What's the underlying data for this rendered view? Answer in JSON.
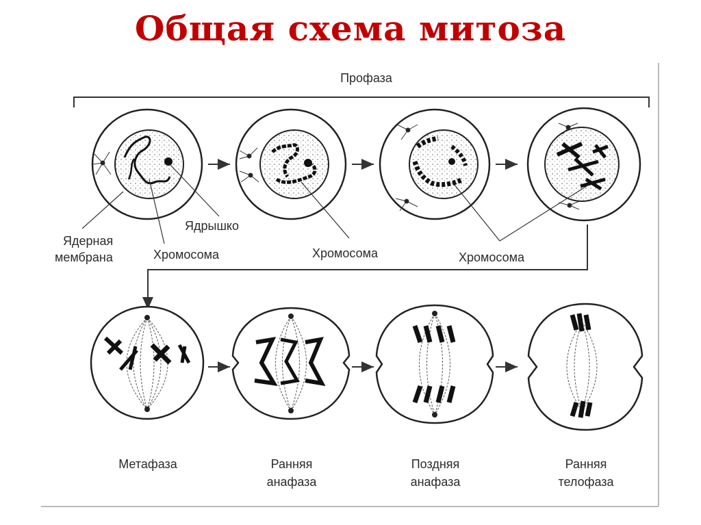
{
  "title": "Общая схема митоза",
  "prophase_label": "Профаза",
  "annotations": {
    "nuclear_membrane_line1": "Ядерная",
    "nuclear_membrane_line2": "мембрана",
    "chromosome_1": "Хромосома",
    "nucleolus": "Ядрышко",
    "chromosome_2": "Хромосома",
    "chromosome_3": "Хромосома"
  },
  "stages": [
    {
      "line1": "Метафаза",
      "line2": ""
    },
    {
      "line1": "Ранняя",
      "line2": "анафаза"
    },
    {
      "line1": "Поздняя",
      "line2": "анафаза"
    },
    {
      "line1": "Ранняя",
      "line2": "телофаза"
    }
  ]
}
